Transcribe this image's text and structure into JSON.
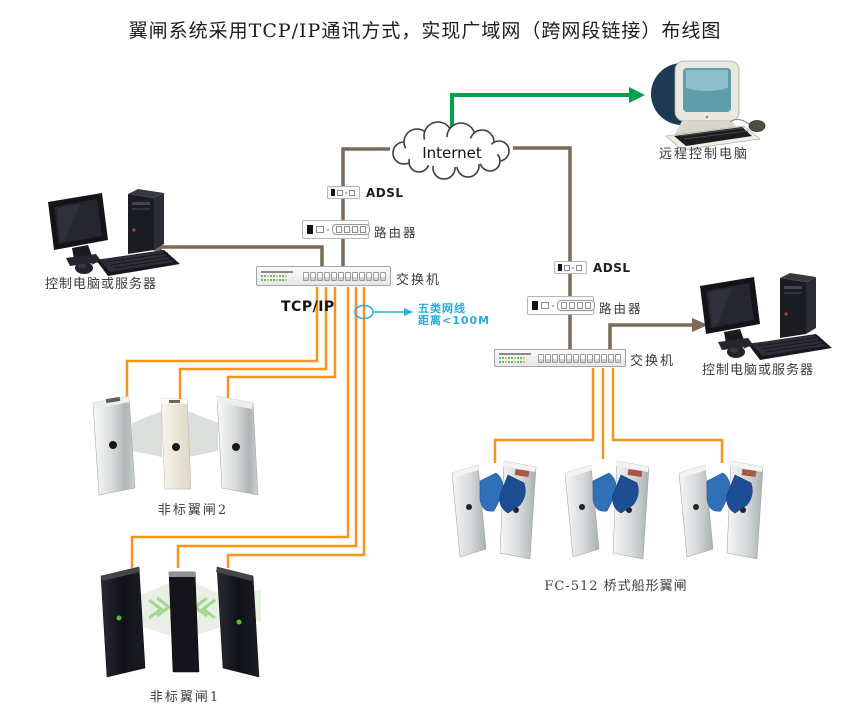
{
  "title": "翼闸系统采用TCP/IP通讯方式，实现广域网（跨网段链接）布线图",
  "internet_label": "Internet",
  "remote_pc_label": "远程控制电脑",
  "left_branch": {
    "adsl_label": "ADSL",
    "router_label": "路由器",
    "switch_label": "交换机",
    "tcpip_label": "TCP/IP",
    "pc_label": "控制电脑或服务器"
  },
  "right_branch": {
    "adsl_label": "ADSL",
    "router_label": "路由器",
    "switch_label": "交换机",
    "pc_label": "控制电脑或服务器"
  },
  "cat5_note": {
    "line1": "五类网线",
    "line2": "距离<100M"
  },
  "gates": {
    "group2_label": "非标翼闸2",
    "group1_label": "非标翼闸1",
    "fc512_label": "FC-512 桥式船形翼闸"
  },
  "colors": {
    "backbone_brown": "#7b6a58",
    "cable_orange": "#f7941e",
    "remote_green": "#00a14b",
    "note_blue": "#29abe2"
  }
}
